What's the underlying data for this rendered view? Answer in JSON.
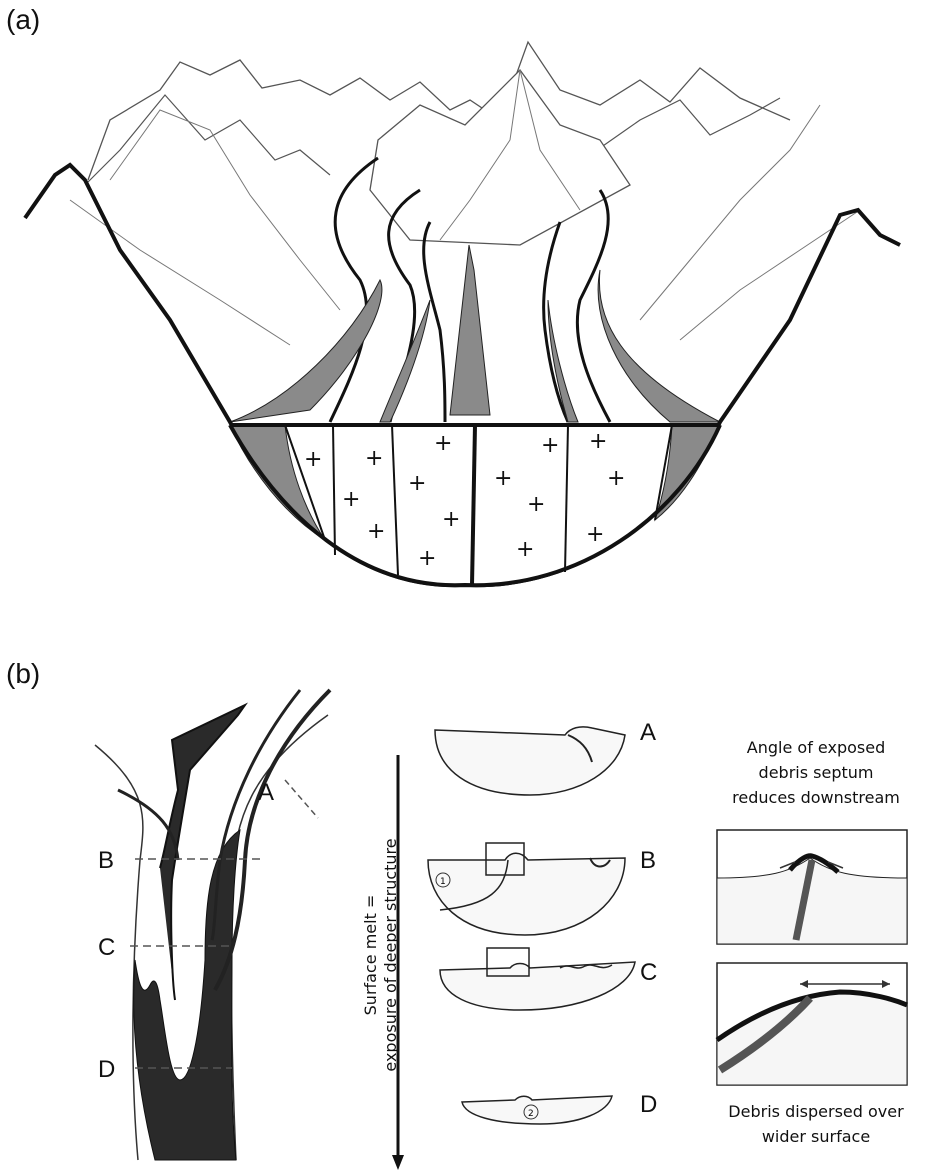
{
  "panel_a": {
    "label": "(a)"
  },
  "panel_b": {
    "label": "(b)",
    "plan_labels": [
      "A",
      "B",
      "C",
      "D"
    ],
    "section_labels": [
      "A",
      "B",
      "C",
      "D"
    ],
    "arrow_text_line1": "Surface melt =",
    "arrow_text_line2": "exposure of deeper structure",
    "top_caption": [
      "Angle of exposed",
      "debris septum",
      "reduces downstream"
    ],
    "bottom_caption": [
      "Debris dispersed over",
      "wider surface"
    ],
    "marker_1": "1",
    "marker_2": "2"
  }
}
